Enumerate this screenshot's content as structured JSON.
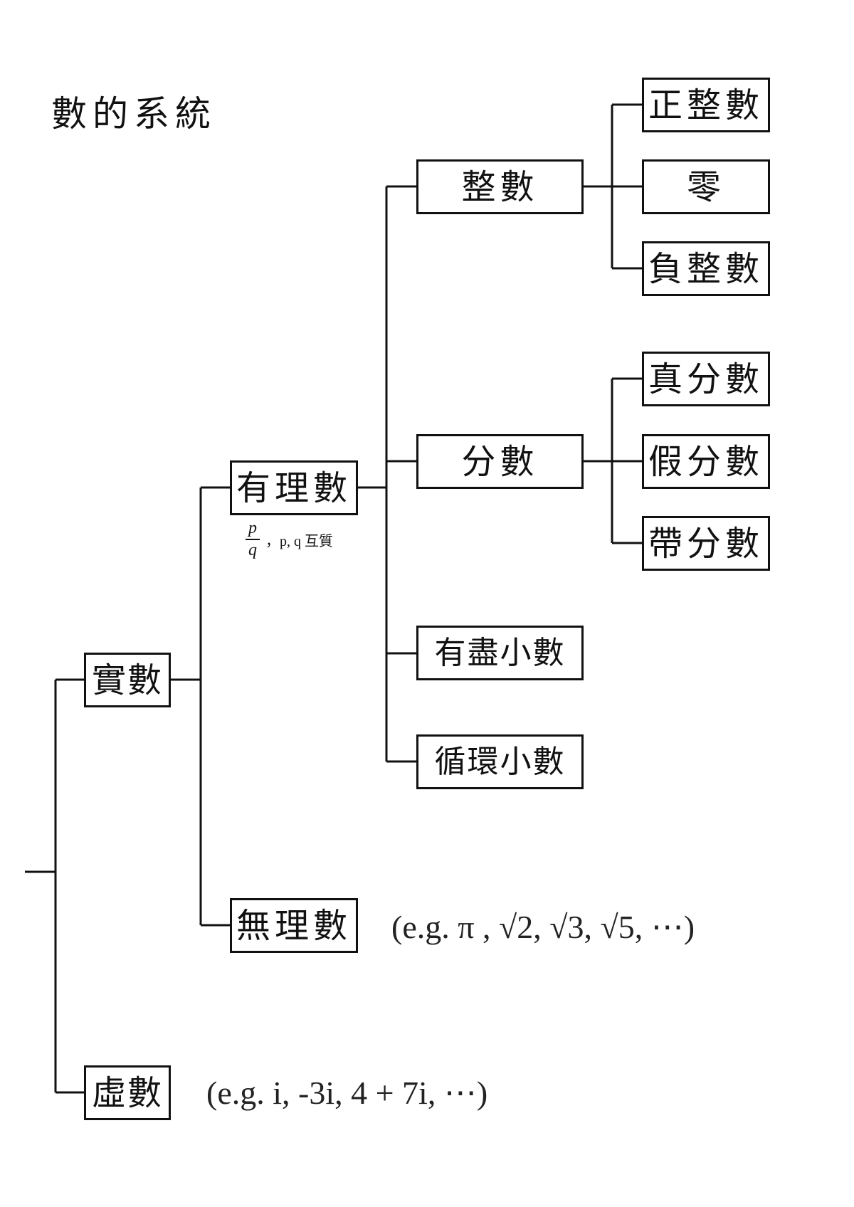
{
  "title": "數的系統",
  "nodes": {
    "positive_integer": "正整數",
    "zero": "零",
    "negative_integer": "負整數",
    "integer": "整數",
    "proper_fraction": "真分數",
    "improper_fraction": "假分數",
    "mixed_number": "帶分數",
    "fraction": "分數",
    "rational": "有理數",
    "terminating_decimal": "有盡小數",
    "repeating_decimal": "循環小數",
    "real": "實數",
    "irrational": "無理數",
    "imaginary": "虛數"
  },
  "rational_note": {
    "numerator": "p",
    "denominator": "q",
    "text": "，p, q 互質"
  },
  "examples": {
    "irrational": "(e.g. π , √2, √3, √5, ⋯)",
    "imaginary": "(e.g. i, -3i, 4 + 7i,  ⋯)"
  }
}
